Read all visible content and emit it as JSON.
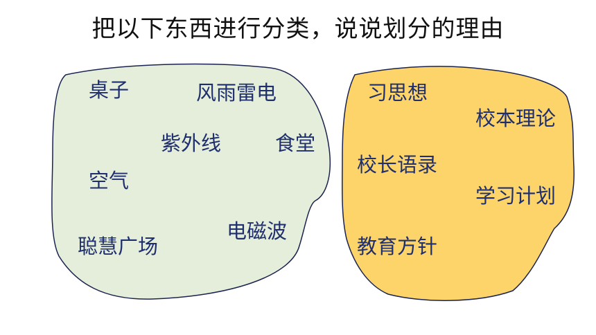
{
  "title": "把以下东西进行分类，说说划分的理由",
  "colors": {
    "left_fill": "#e4eedb",
    "right_fill": "#fcd46a",
    "outline": "#1a2250",
    "text": "#1f2f6e"
  },
  "left_group": {
    "items": [
      "桌子",
      "风雨雷电",
      "紫外线",
      "食堂",
      "空气",
      "电磁波",
      "聪慧广场"
    ]
  },
  "right_group": {
    "items": [
      "习思想",
      "校本理论",
      "校长语录",
      "学习计划",
      "教育方针"
    ]
  }
}
